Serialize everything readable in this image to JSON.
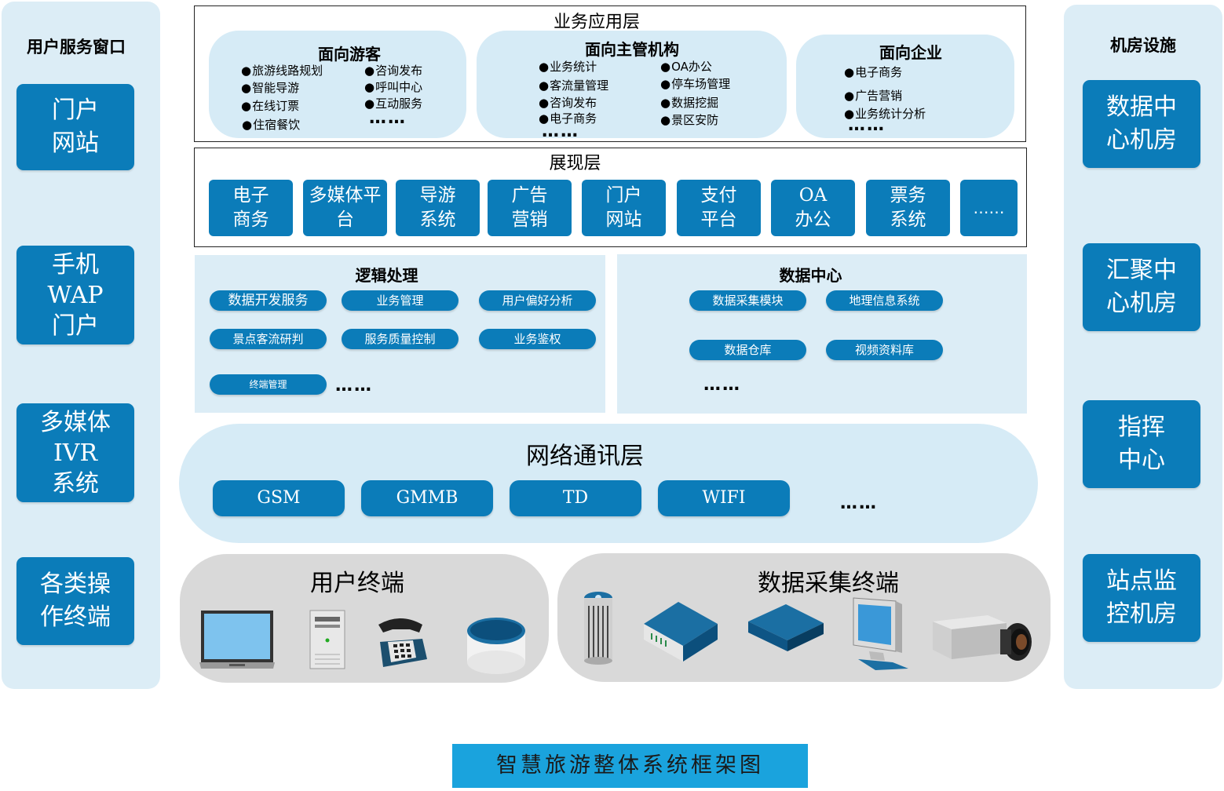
{
  "left_sidebar": {
    "title": "用户服务窗口",
    "buttons": [
      {
        "lines": [
          "门户",
          "网站"
        ]
      },
      {
        "lines": [
          "手机",
          "WAP",
          "门户"
        ]
      },
      {
        "lines": [
          "多媒体",
          "IVR",
          "系统"
        ]
      },
      {
        "lines": [
          "各类操",
          "作终端"
        ]
      }
    ]
  },
  "right_sidebar": {
    "title": "机房设施",
    "buttons": [
      {
        "lines": [
          "数据中",
          "心机房"
        ]
      },
      {
        "lines": [
          "汇聚中",
          "心机房"
        ]
      },
      {
        "lines": [
          "指挥",
          "中心"
        ]
      },
      {
        "lines": [
          "站点监",
          "控机房"
        ]
      }
    ]
  },
  "business_layer": {
    "title": "业务应用层",
    "tourists": {
      "title": "面向游客",
      "col1": [
        "旅游线路规划",
        "智能导游",
        "在线订票",
        "住宿餐饮"
      ],
      "col2": [
        "咨询发布",
        "呼叫中心",
        "互动服务"
      ],
      "more": "……"
    },
    "authorities": {
      "title": "面向主管机构",
      "col1": [
        "业务统计",
        "客流量管理",
        "咨询发布",
        "电子商务"
      ],
      "col2": [
        "OA办公",
        "停车场管理",
        "数据挖掘",
        "景区安防"
      ],
      "more": "……"
    },
    "enterprises": {
      "title": "面向企业",
      "items": [
        "电子商务",
        "广告营销",
        "业务统计分析"
      ],
      "more": "……"
    }
  },
  "presentation_layer": {
    "title": "展现层",
    "buttons": [
      [
        "电子",
        "商务"
      ],
      [
        "多媒体平",
        "台"
      ],
      [
        "导游",
        "系统"
      ],
      [
        "广告",
        "营销"
      ],
      [
        "门户",
        "网站"
      ],
      [
        "支付",
        "平台"
      ],
      [
        "OA",
        "办公"
      ],
      [
        "票务",
        "系统"
      ],
      [
        "……"
      ]
    ]
  },
  "logic": {
    "title": "逻辑处理",
    "pills": [
      "数据开发服务",
      "业务管理",
      "用户偏好分析",
      "景点客流研判",
      "服务质量控制",
      "业务鉴权",
      "终端管理"
    ],
    "more": "……"
  },
  "data_center": {
    "title": "数据中心",
    "pills": [
      "数据采集模块",
      "地理信息系统",
      "数据仓库",
      "视频资料库"
    ],
    "more": "……"
  },
  "network": {
    "title": "网络通讯层",
    "buttons": [
      "GSM",
      "GMMB",
      "TD",
      "WIFI"
    ],
    "more": "……"
  },
  "user_terminal": {
    "title": "用户终端",
    "icons": [
      "laptop-icon",
      "desktop-tower-icon",
      "telephone-icon",
      "database-disk-icon"
    ]
  },
  "data_terminal": {
    "title": "数据采集终端",
    "icons": [
      "sensor-cylinder-icon",
      "router-icon",
      "network-box-icon",
      "monitor-icon",
      "camera-icon"
    ]
  },
  "caption": "智慧旅游整体系统框架图",
  "colors": {
    "button_blue": "#0b7cb9",
    "light_blue": "#dcedf6",
    "caption_blue": "#1aa3dd",
    "grey": "#d9d9d9"
  }
}
